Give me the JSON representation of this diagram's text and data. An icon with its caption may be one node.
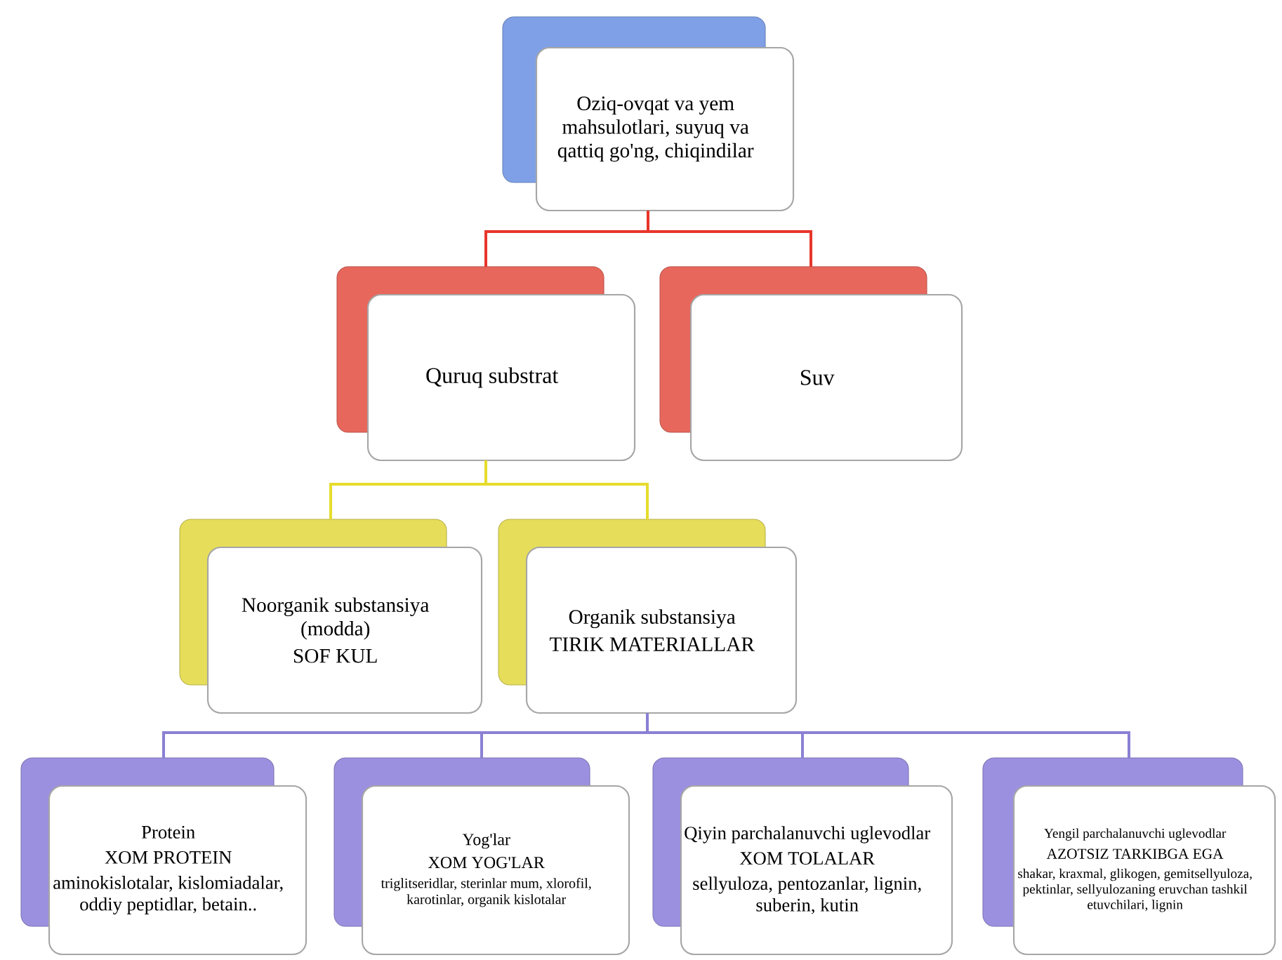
{
  "diagram": {
    "nodes": [
      {
        "text": [
          "Oziq-ovqat va yem mahsulotlari, suyuq va qattiq go'ng, chiqindilar"
        ]
      },
      {
        "text": [
          "Quruq substrat"
        ]
      },
      {
        "text": [
          "Suv"
        ]
      },
      {
        "text": [
          "Noorganik substansiya (modda)",
          "SOF KUL"
        ]
      },
      {
        "text": [
          "Organik substansiya",
          "TIRIK MATERIALLAR"
        ]
      },
      {
        "text": [
          "Protein",
          "XOM PROTEIN",
          "aminokislotalar, kislomiadalar, oddiy peptidlar, betain.."
        ]
      },
      {
        "text": [
          "Yog'lar",
          "XOM YOG'LAR",
          "triglitseridlar, sterinlar mum, xlorofil, karotinlar, organik kislotalar"
        ]
      },
      {
        "text": [
          "Qiyin parchalanuvchi uglevodlar",
          "XOM TOLALAR",
          "sellyuloza, pentozanlar, lignin, suberin, kutin"
        ]
      },
      {
        "text": [
          "Yengil parchalanuvchi uglevodlar",
          "AZOTSIZ TARKIBGA EGA",
          "shakar, kraxmal, glikogen, gemitsellyuloza, pektinlar, sellyulozaning eruvchan tashkil etuvchilari, lignin"
        ]
      }
    ],
    "edges": [
      {
        "from": 0,
        "to": 1,
        "arrow": "none",
        "color": "#e8352b"
      },
      {
        "from": 0,
        "to": 2,
        "arrow": "none",
        "color": "#e8352b"
      },
      {
        "from": 1,
        "to": 3,
        "arrow": "none",
        "color": "#e6dc2c"
      },
      {
        "from": 1,
        "to": 4,
        "arrow": "none",
        "color": "#e6dc2c"
      },
      {
        "from": 4,
        "to": 5,
        "arrow": "none",
        "color": "#8a80d4"
      },
      {
        "from": 4,
        "to": 6,
        "arrow": "none",
        "color": "#8a80d4"
      },
      {
        "from": 4,
        "to": 7,
        "arrow": "none",
        "color": "#8a80d4"
      },
      {
        "from": 4,
        "to": 8,
        "arrow": "none",
        "color": "#8a80d4"
      }
    ]
  }
}
